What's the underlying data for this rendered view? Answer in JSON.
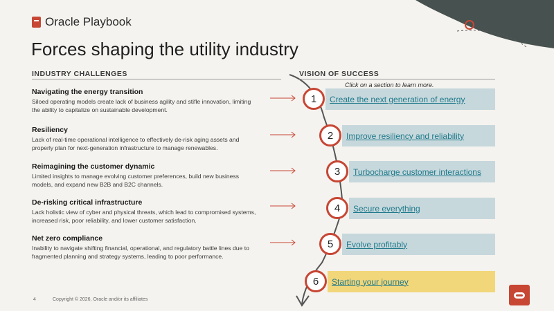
{
  "brand": {
    "name": "Oracle Playbook"
  },
  "title": "Forces shaping the utility industry",
  "left_heading": "INDUSTRY CHALLENGES",
  "right_heading": "VISION OF SUCCESS",
  "click_hint": "Click on a section to learn more.",
  "challenges": [
    {
      "title": "Navigating the energy transition",
      "desc": "Siloed operating models create lack of business agility and stifle innovation, limiting the ability to capitalize on sustainable development."
    },
    {
      "title": "Resiliency",
      "desc": "Lack of real-time operational intelligence to effectively de-risk aging assets and properly plan for next-generation infrastructure to manage renewables."
    },
    {
      "title": "Reimagining the customer dynamic",
      "desc": "Limited insights to manage evolving customer preferences, build new business models, and expand new B2B and B2C channels."
    },
    {
      "title": "De-risking critical infrastructure",
      "desc": "Lack holistic view of cyber and physical threats, which lead to compromised systems, increased risk, poor reliability, and lower customer satisfaction."
    },
    {
      "title": "Net zero compliance",
      "desc": "Inability to navigate shifting financial, operational, and regulatory battle lines due to fragmented planning and strategy systems, leading to poor performance."
    }
  ],
  "vision": [
    {
      "num": "1",
      "label": "Create the next generation of energy"
    },
    {
      "num": "2",
      "label": "Improve resiliency and reliability"
    },
    {
      "num": "3",
      "label": "Turbocharge customer interactions"
    },
    {
      "num": "4",
      "label": "Secure everything"
    },
    {
      "num": "5",
      "label": "Evolve profitably"
    },
    {
      "num": "6",
      "label": "Starting your journey"
    }
  ],
  "footer": {
    "page": "4",
    "copyright": "Copyright © 2026, Oracle and/or its affiliates"
  },
  "colors": {
    "accent": "#c74634",
    "link": "#1f7a8c",
    "vision_bg": "#c7d8dc",
    "journey_bg": "#f2d67a",
    "corner": "#47514f"
  },
  "icons": {
    "arrow": "arrow-right-icon",
    "corner_swoosh": "decorative-swoosh-icon",
    "logo": "oracle-logo-icon"
  }
}
